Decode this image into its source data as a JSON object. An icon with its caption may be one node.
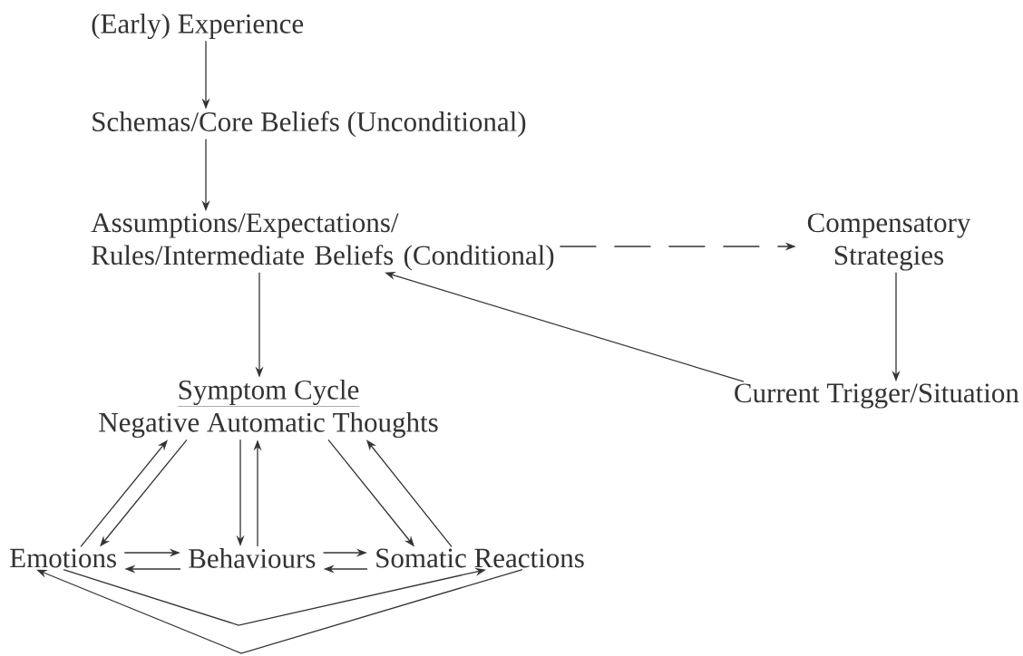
{
  "diagram": {
    "nodes": [
      {
        "text": [
          "(Early) Experience"
        ]
      },
      {
        "text": [
          "Schemas/Core Beliefs (Unconditional)"
        ]
      },
      {
        "text": [
          "Assumptions/Expectations/ Rules/Intermediate Beliefs (Conditional)"
        ]
      },
      {
        "text": [
          "Compensatory Strategies"
        ]
      },
      {
        "text": [
          "Current Trigger/Situation"
        ]
      },
      {
        "text": [
          "Symptom Cycle",
          "Negative Automatic Thoughts"
        ]
      },
      {
        "text": [
          "Emotions"
        ]
      },
      {
        "text": [
          "Behaviours"
        ]
      },
      {
        "text": [
          "Somatic Reactions"
        ]
      }
    ],
    "edges": [
      {
        "from": 0,
        "to": 1,
        "arrow": "to"
      },
      {
        "from": 1,
        "to": 2,
        "arrow": "to"
      },
      {
        "from": 2,
        "to": 3,
        "arrow": "to",
        "style": "dashed"
      },
      {
        "from": 3,
        "to": 4,
        "arrow": "to"
      },
      {
        "from": 4,
        "to": 2,
        "arrow": "to"
      },
      {
        "from": 2,
        "to": 5,
        "arrow": "to"
      },
      {
        "from": 5,
        "to": 6,
        "arrow": "to"
      },
      {
        "from": 6,
        "to": 5,
        "arrow": "to"
      },
      {
        "from": 5,
        "to": 7,
        "arrow": "to"
      },
      {
        "from": 7,
        "to": 5,
        "arrow": "to"
      },
      {
        "from": 5,
        "to": 8,
        "arrow": "to"
      },
      {
        "from": 8,
        "to": 5,
        "arrow": "to"
      },
      {
        "from": 6,
        "to": 7,
        "arrow": "to"
      },
      {
        "from": 7,
        "to": 6,
        "arrow": "to"
      },
      {
        "from": 7,
        "to": 8,
        "arrow": "to"
      },
      {
        "from": 8,
        "to": 7,
        "arrow": "to"
      },
      {
        "from": 6,
        "to": 8,
        "arrow": "to"
      },
      {
        "from": 8,
        "to": 6,
        "arrow": "to"
      }
    ]
  }
}
